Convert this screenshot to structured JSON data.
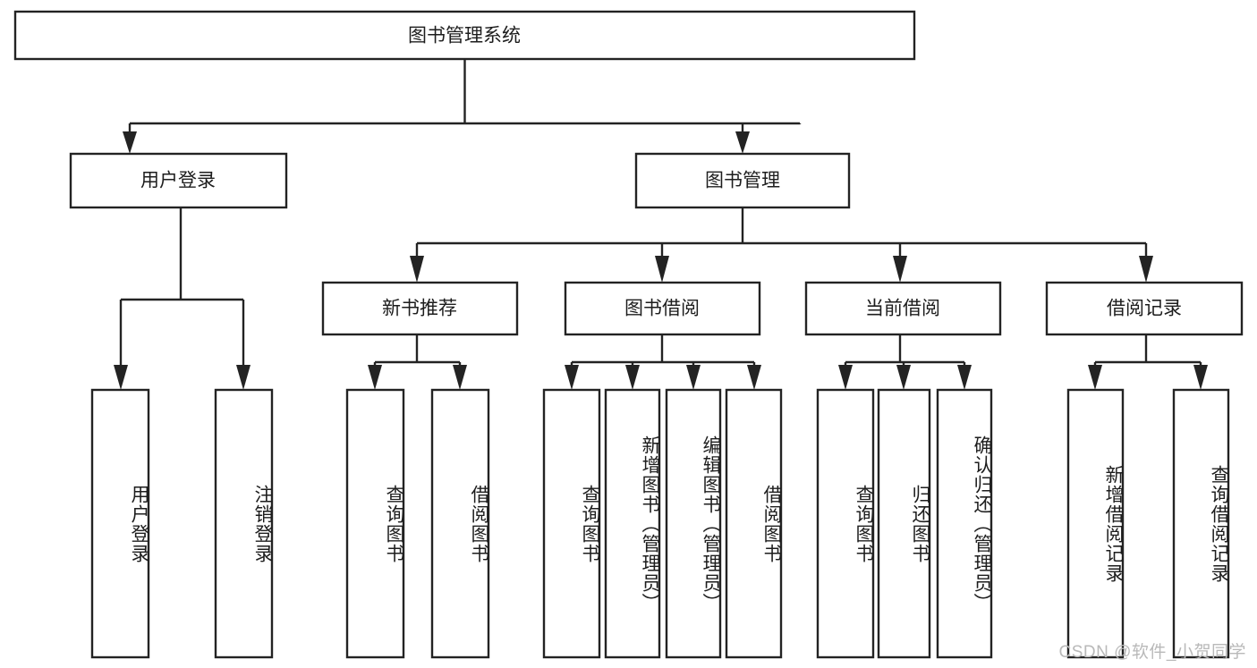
{
  "diagram": {
    "type": "tree-hierarchy",
    "title": "图书管理系统",
    "root": {
      "id": "root",
      "label": "图书管理系统",
      "orientation": "horizontal"
    },
    "level1": [
      {
        "id": "user-login",
        "label": "用户登录",
        "orientation": "horizontal"
      },
      {
        "id": "book-manage",
        "label": "图书管理",
        "orientation": "horizontal"
      }
    ],
    "level2": [
      {
        "id": "new-book-rec",
        "label": "新书推荐",
        "orientation": "horizontal",
        "parent": "book-manage"
      },
      {
        "id": "book-borrow",
        "label": "图书借阅",
        "orientation": "horizontal",
        "parent": "book-manage"
      },
      {
        "id": "current-borrow",
        "label": "当前借阅",
        "orientation": "horizontal",
        "parent": "book-manage"
      },
      {
        "id": "borrow-record",
        "label": "借阅记录",
        "orientation": "horizontal",
        "parent": "book-manage"
      }
    ],
    "leaves": [
      {
        "id": "leaf-user-login",
        "label": "用户登录",
        "parent": "user-login",
        "orientation": "vertical"
      },
      {
        "id": "leaf-user-logout",
        "label": "注销登录",
        "parent": "user-login",
        "orientation": "vertical"
      },
      {
        "id": "leaf-query-book-1",
        "label": "查询图书",
        "parent": "new-book-rec",
        "orientation": "vertical"
      },
      {
        "id": "leaf-borrow-book-1",
        "label": "借阅图书",
        "parent": "new-book-rec",
        "orientation": "vertical"
      },
      {
        "id": "leaf-query-book-2",
        "label": "查询图书",
        "parent": "book-borrow",
        "orientation": "vertical"
      },
      {
        "id": "leaf-add-book",
        "label": "新增图书（管理员）",
        "parent": "book-borrow",
        "orientation": "vertical"
      },
      {
        "id": "leaf-edit-book",
        "label": "编辑图书（管理员）",
        "parent": "book-borrow",
        "orientation": "vertical"
      },
      {
        "id": "leaf-borrow-book-2",
        "label": "借阅图书",
        "parent": "book-borrow",
        "orientation": "vertical"
      },
      {
        "id": "leaf-query-book-3",
        "label": "查询图书",
        "parent": "current-borrow",
        "orientation": "vertical"
      },
      {
        "id": "leaf-return-book",
        "label": "归还图书",
        "parent": "current-borrow",
        "orientation": "vertical"
      },
      {
        "id": "leaf-confirm-return",
        "label": "确认归还（管理员）",
        "parent": "current-borrow",
        "orientation": "vertical"
      },
      {
        "id": "leaf-add-record",
        "label": "新增借阅记录",
        "parent": "borrow-record",
        "orientation": "vertical"
      },
      {
        "id": "leaf-query-record",
        "label": "查询借阅记录",
        "parent": "borrow-record",
        "orientation": "vertical"
      }
    ],
    "colors": {
      "stroke": "#232323",
      "fill": "#ffffff",
      "text": "#1d1d1d",
      "watermark": "#b9b9b9"
    }
  },
  "watermark": {
    "text": "CSDN @软件_小贺同学"
  }
}
